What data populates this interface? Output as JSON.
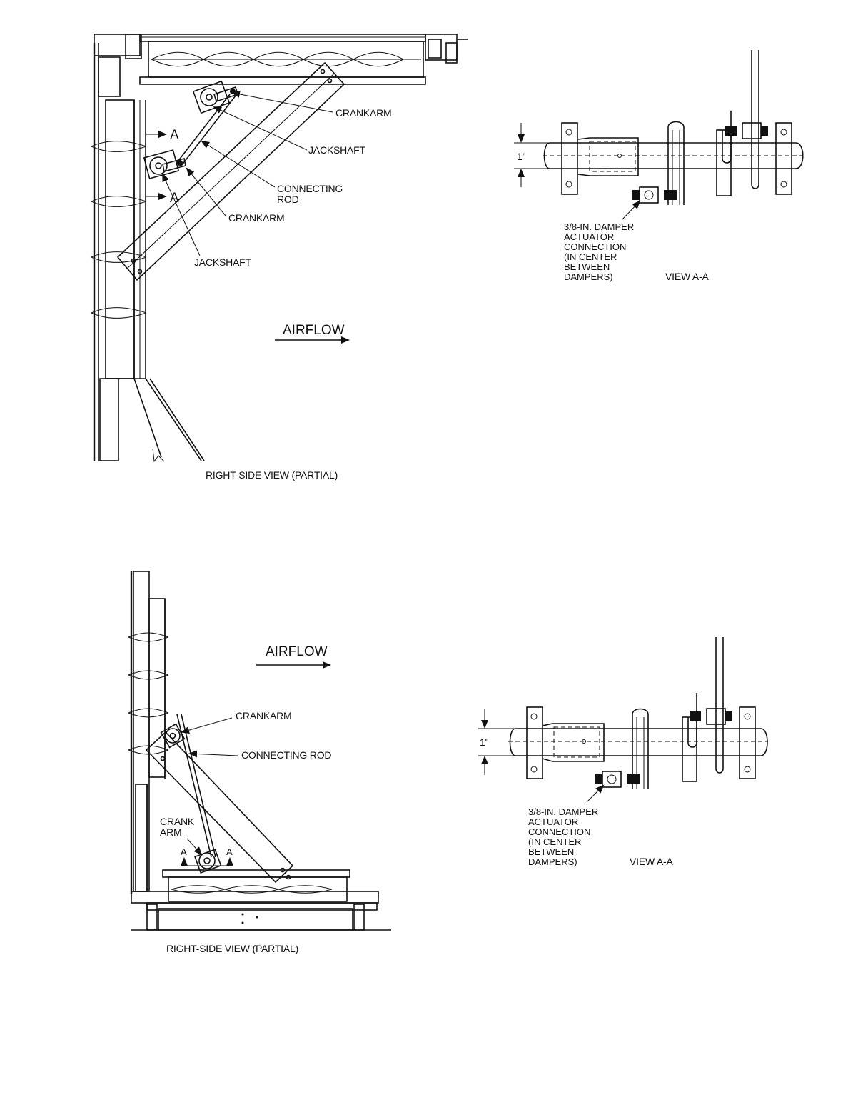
{
  "top_right_side_view": {
    "caption": "RIGHT-SIDE VIEW (PARTIAL)",
    "airflow": "AIRFLOW",
    "section_mark_upper": "A",
    "section_mark_lower": "A",
    "callouts": {
      "crankarm_upper": "CRANKARM",
      "jackshaft_upper": "JACKSHAFT",
      "connecting_rod_1": "CONNECTING",
      "connecting_rod_2": "ROD",
      "crankarm_lower": "CRANKARM",
      "jackshaft_lower": "JACKSHAFT"
    }
  },
  "top_view_aa": {
    "title": "VIEW A-A",
    "dimension": "1\"",
    "note_lines": [
      "3/8-IN. DAMPER",
      "ACTUATOR",
      "CONNECTION",
      "(IN CENTER",
      "BETWEEN",
      "DAMPERS)"
    ]
  },
  "bottom_right_side_view": {
    "caption": "RIGHT-SIDE VIEW (PARTIAL)",
    "airflow": "AIRFLOW",
    "section_mark_left": "A",
    "section_mark_right": "A",
    "callouts": {
      "crankarm_upper": "CRANKARM",
      "connecting_rod": "CONNECTING ROD",
      "crank_arm_1": "CRANK",
      "crank_arm_2": "ARM"
    }
  },
  "bottom_view_aa": {
    "title": "VIEW A-A",
    "dimension": "1\"",
    "note_lines": [
      "3/8-IN. DAMPER",
      "ACTUATOR",
      "CONNECTION",
      "(IN CENTER",
      "BETWEEN",
      "DAMPERS)"
    ]
  }
}
